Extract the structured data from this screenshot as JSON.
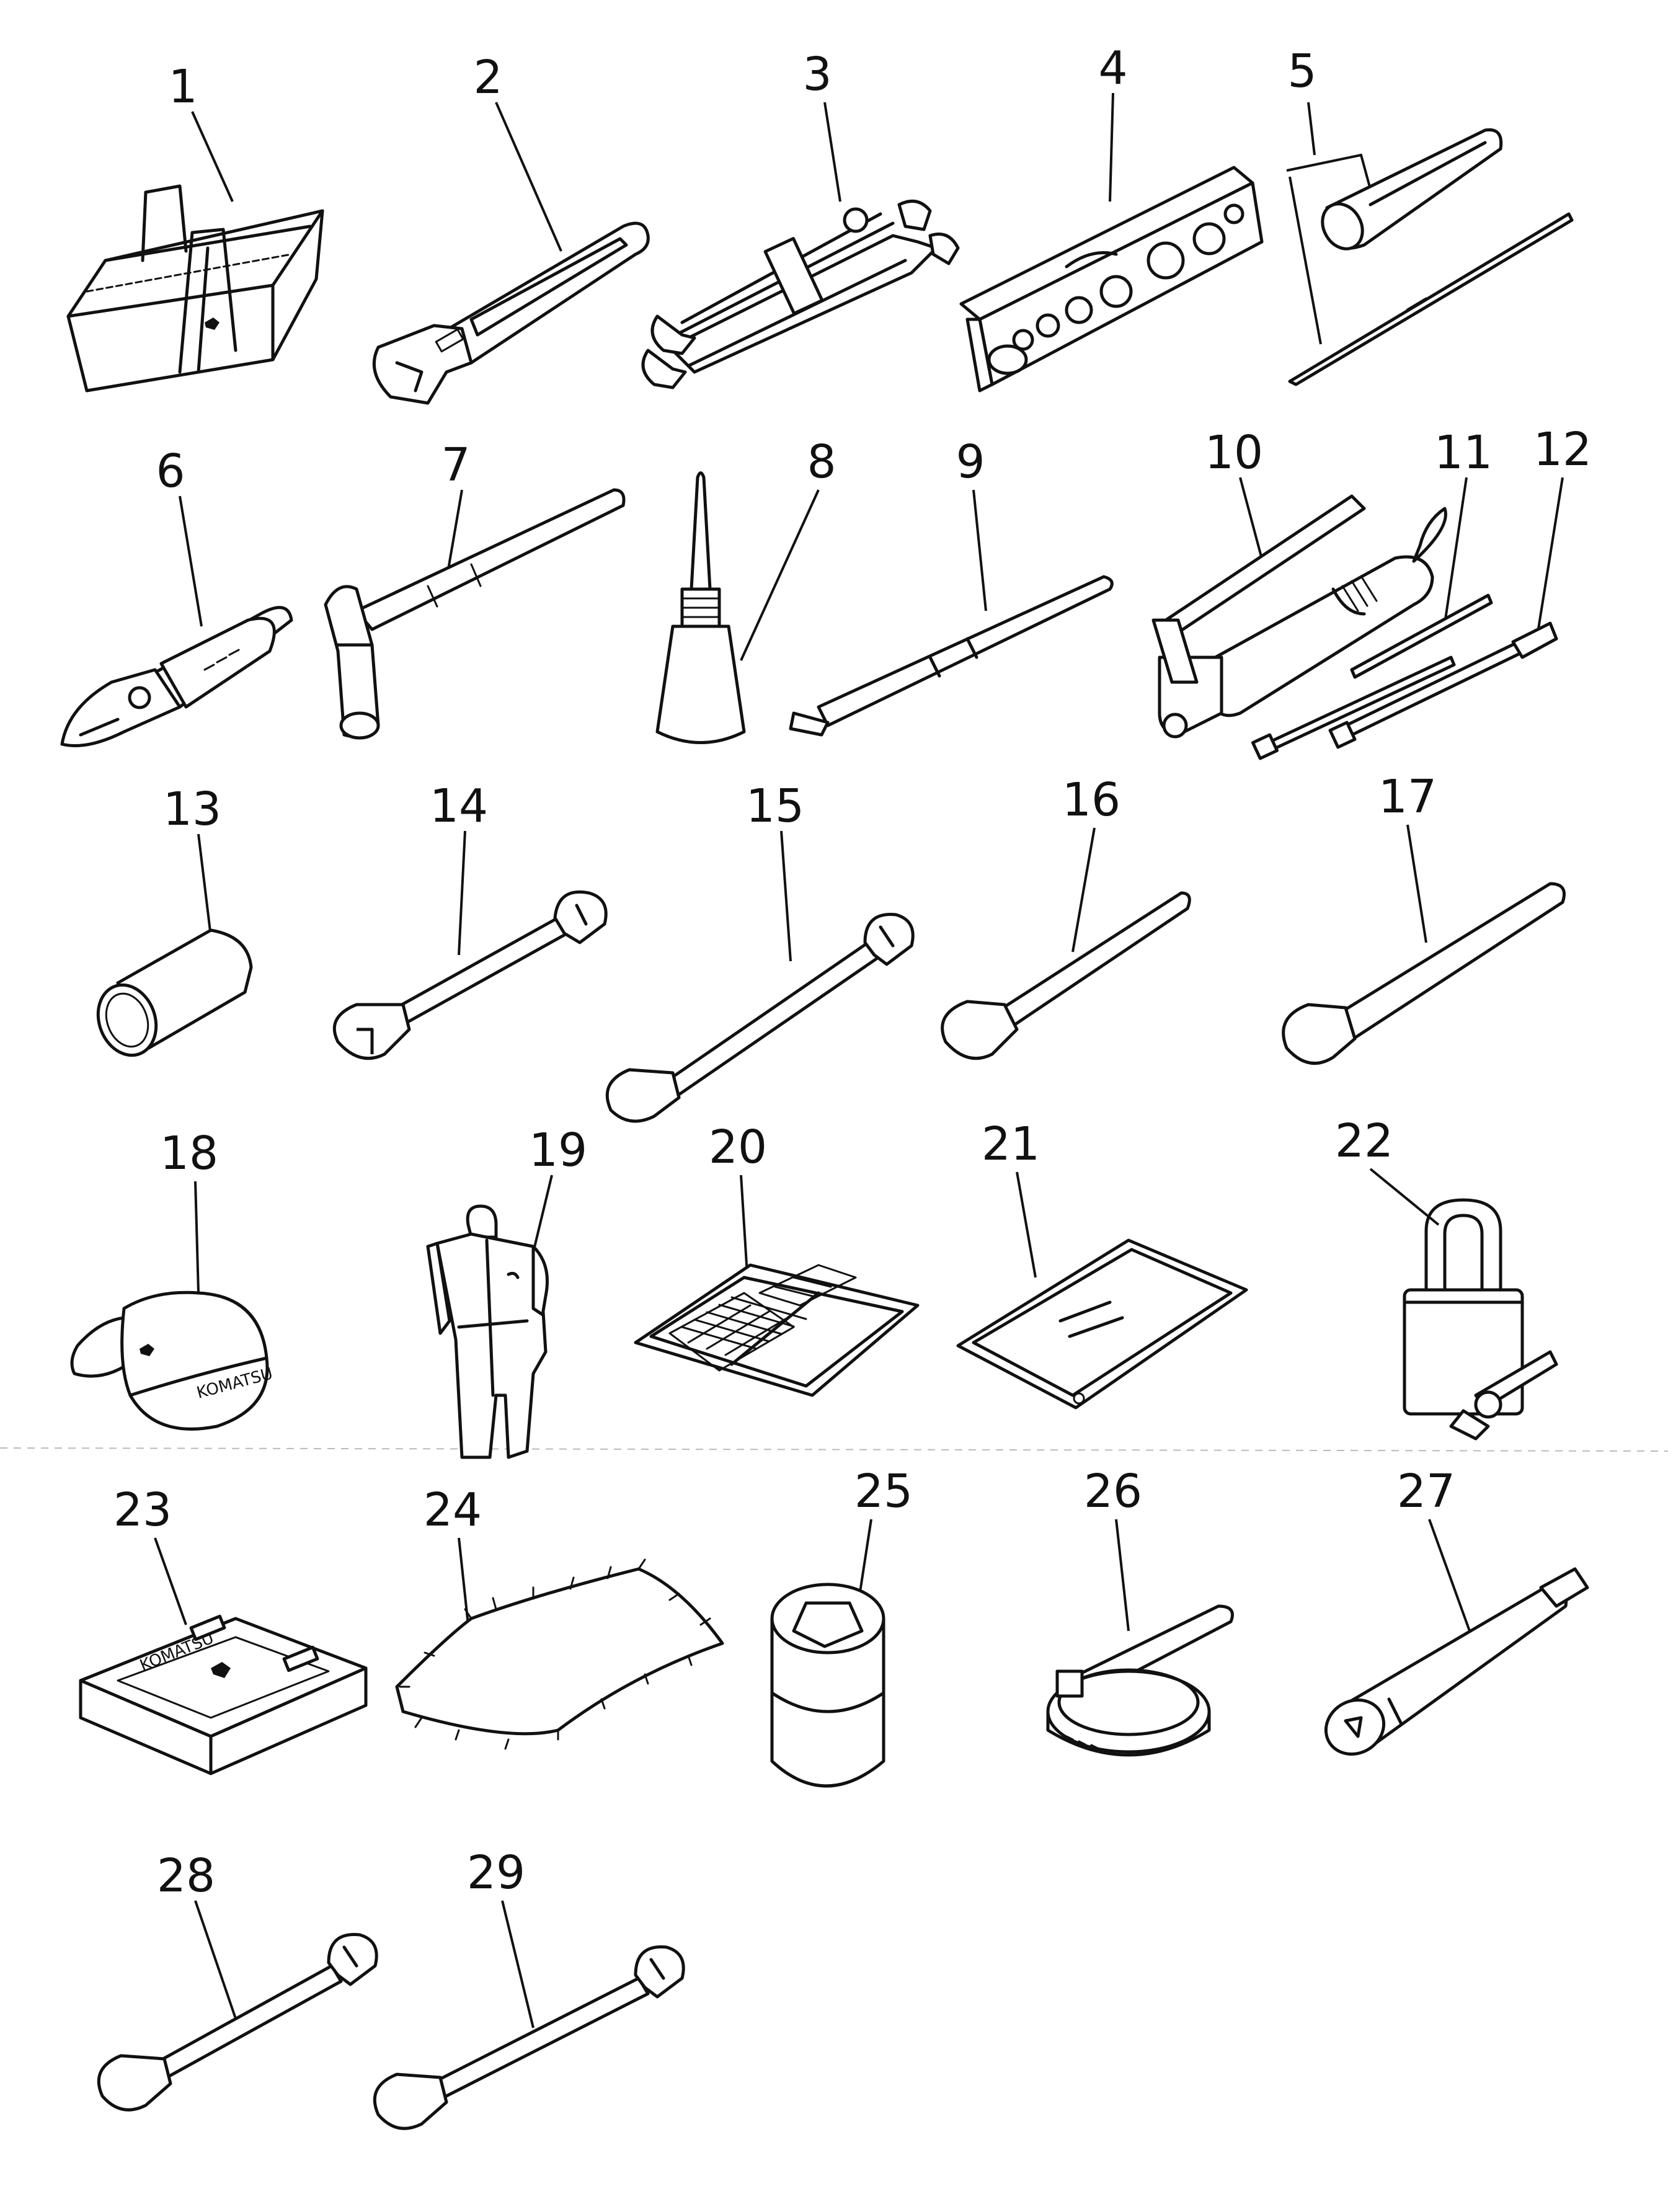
{
  "parts": [
    {
      "label": "1",
      "icon": "tool-bag-icon"
    },
    {
      "label": "2",
      "icon": "adjustable-wrench-icon"
    },
    {
      "label": "3",
      "icon": "wrench-set-icon"
    },
    {
      "label": "4",
      "icon": "socket-set-case-icon"
    },
    {
      "label": "5",
      "icon": "screwdriver-icon"
    },
    {
      "label": "6",
      "icon": "pliers-icon"
    },
    {
      "label": "7",
      "icon": "hammer-icon"
    },
    {
      "label": "8",
      "icon": "oil-can-icon"
    },
    {
      "label": "9",
      "icon": "pry-bar-icon"
    },
    {
      "label": "10",
      "icon": "grease-gun-icon"
    },
    {
      "label": "11",
      "icon": "grease-nozzle-pipe-icon"
    },
    {
      "label": "12",
      "icon": "grease-nozzle-icon"
    },
    {
      "label": "13",
      "icon": "cap-cylinder-icon"
    },
    {
      "label": "14",
      "icon": "double-open-wrench-icon"
    },
    {
      "label": "15",
      "icon": "double-open-wrench-icon"
    },
    {
      "label": "16",
      "icon": "single-open-wrench-icon"
    },
    {
      "label": "17",
      "icon": "single-open-wrench-icon"
    },
    {
      "label": "18",
      "icon": "cap-icon"
    },
    {
      "label": "19",
      "icon": "coveralls-icon"
    },
    {
      "label": "20",
      "icon": "manual-icon"
    },
    {
      "label": "21",
      "icon": "document-holder-icon"
    },
    {
      "label": "22",
      "icon": "padlock-icon"
    },
    {
      "label": "23",
      "icon": "first-aid-kit-icon"
    },
    {
      "label": "24",
      "icon": "cloth-icon"
    },
    {
      "label": "25",
      "icon": "socket-icon"
    },
    {
      "label": "26",
      "icon": "filter-wrench-icon"
    },
    {
      "label": "27",
      "icon": "extension-bar-icon"
    },
    {
      "label": "28",
      "icon": "double-open-wrench-icon"
    },
    {
      "label": "29",
      "icon": "double-open-wrench-icon"
    }
  ],
  "logos": {
    "cap_text": "KOMATSU",
    "kit_text": "KOMATSU"
  }
}
